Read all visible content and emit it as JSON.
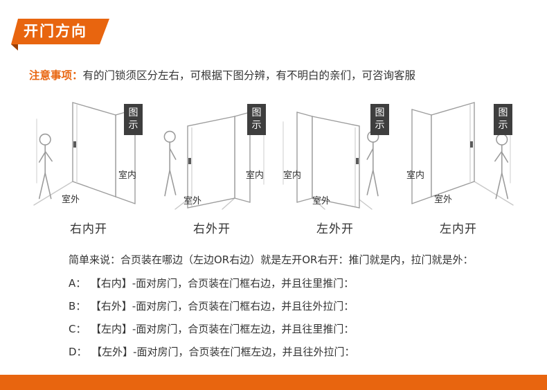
{
  "accent_color": "#e8650f",
  "header": {
    "title": "开门方向"
  },
  "notice": {
    "label": "注意事项：",
    "text": "有的门锁须区分左右，可根据下图分辨，有不明白的亲们，可咨询客服"
  },
  "badge_label": "图示",
  "labels": {
    "indoor": "室内",
    "outdoor": "室外"
  },
  "diagrams": [
    {
      "caption": "右内开"
    },
    {
      "caption": "右外开"
    },
    {
      "caption": "左外开"
    },
    {
      "caption": "左内开"
    }
  ],
  "summary": "简单来说：合页装在哪边（左边OR右边）就是左开OR右开：推门就是内，拉门就是外：",
  "rules": [
    {
      "letter": "A：",
      "text": "【右内】-面对房门，合页装在门框右边，并且往里推门："
    },
    {
      "letter": "B：",
      "text": "【右外】-面对房门，合页装在门框右边，并且往外拉门："
    },
    {
      "letter": "C：",
      "text": "【左内】-面对房门，合页装在门框左边，并且往里推门："
    },
    {
      "letter": "D：",
      "text": "【左外】-面对房门，合页装在门框左边，并且往外拉门："
    }
  ]
}
